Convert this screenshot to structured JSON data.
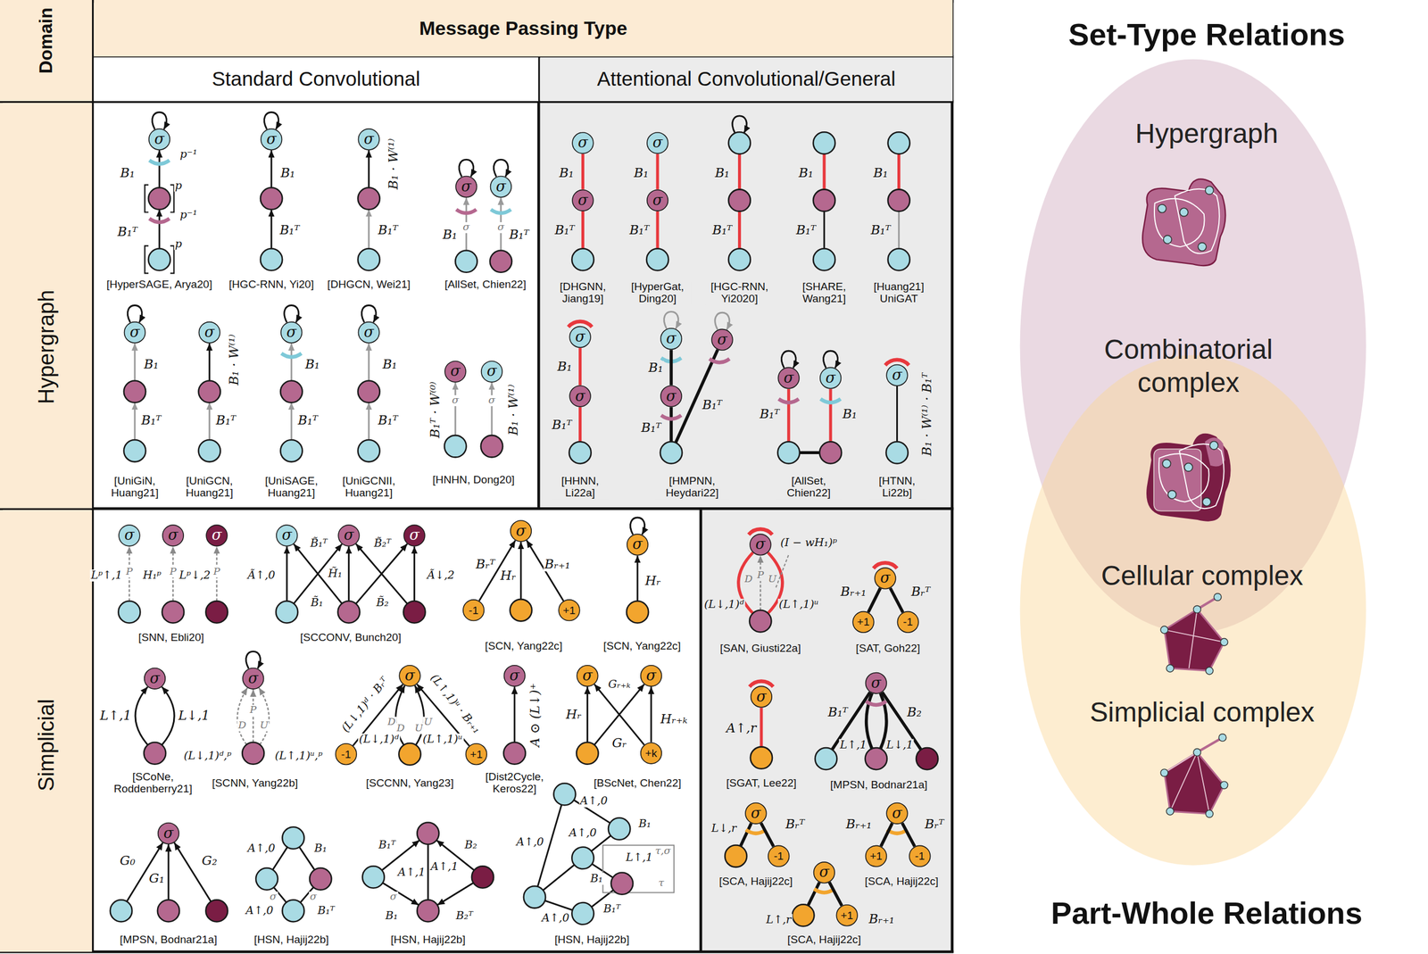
{
  "diagram": {
    "nodes": [
      {
        "text": [
          "Domain"
        ]
      },
      {
        "text": [
          "Message Passing Type"
        ]
      },
      {
        "text": [
          "Standard Convolutional"
        ]
      },
      {
        "text": [
          "Attentional Convolutional/General"
        ]
      },
      {
        "text": [
          "Hypergraph"
        ]
      },
      {
        "text": [
          "Simplicial"
        ]
      },
      {
        "text": [
          "σ"
        ]
      },
      {
        "text": [
          "σ"
        ]
      },
      {
        "text": [
          "σ"
        ]
      },
      {
        "text": [
          "σ"
        ]
      },
      {
        "text": [
          "σ"
        ]
      },
      {
        "text": [
          "σ"
        ]
      },
      {
        "text": [
          "σ"
        ]
      },
      {
        "text": [
          "σ"
        ]
      },
      {
        "text": [
          "σ"
        ]
      },
      {
        "text": [
          "σ"
        ]
      },
      {
        "text": [
          "σ"
        ]
      },
      {
        "text": [
          "σ"
        ]
      },
      {
        "text": [
          "σ"
        ]
      },
      {
        "text": [
          "σ"
        ]
      },
      {
        "text": [
          "σ"
        ]
      },
      {
        "text": [
          "σ"
        ]
      },
      {
        "text": [
          "σ"
        ]
      },
      {
        "text": [
          "σ"
        ]
      },
      {
        "text": [
          "σ"
        ]
      },
      {
        "text": [
          "σ"
        ]
      },
      {
        "text": [
          "σ"
        ]
      },
      {
        "text": [
          "σ"
        ]
      },
      {
        "text": [
          "σ"
        ]
      },
      {
        "text": [
          "σ"
        ]
      },
      {
        "text": [
          "σ"
        ]
      },
      {
        "text": [
          "σ"
        ]
      },
      {
        "text": [
          "σ"
        ]
      },
      {
        "text": [
          "σ"
        ]
      },
      {
        "text": [
          "σ"
        ]
      },
      {
        "text": [
          "σ"
        ]
      },
      {
        "text": [
          "-1"
        ]
      },
      {
        "text": [
          "+1"
        ]
      },
      {
        "text": [
          "σ"
        ]
      },
      {
        "text": [
          "σ"
        ]
      },
      {
        "text": [
          "σ"
        ]
      },
      {
        "text": [
          "+1"
        ]
      },
      {
        "text": [
          "-1"
        ]
      },
      {
        "text": [
          "σ"
        ]
      },
      {
        "text": [
          "σ"
        ]
      },
      {
        "text": [
          "σ"
        ]
      },
      {
        "text": [
          "-1"
        ]
      },
      {
        "text": [
          "+1"
        ]
      },
      {
        "text": [
          "σ"
        ]
      },
      {
        "text": [
          "σ"
        ]
      },
      {
        "text": [
          "σ"
        ]
      },
      {
        "text": [
          "+k"
        ]
      },
      {
        "text": [
          "σ"
        ]
      },
      {
        "text": [
          "σ"
        ]
      },
      {
        "text": [
          "σ"
        ]
      },
      {
        "text": [
          "-1"
        ]
      },
      {
        "text": [
          "σ"
        ]
      },
      {
        "text": [
          "+1"
        ]
      },
      {
        "text": [
          "-1"
        ]
      },
      {
        "text": [
          "σ"
        ]
      },
      {
        "text": [
          "+1"
        ]
      },
      {
        "text": [
          "σ"
        ]
      },
      {
        "text": [
          "Hypergraph",
          "Combinatorial complex"
        ]
      },
      {
        "text": [
          "Cellular complex",
          "Simplicial complex"
        ]
      }
    ],
    "edges": [
      {
        "from": 12,
        "to": 11,
        "label": "B₁",
        "arrow": "none"
      },
      {
        "from": 14,
        "to": 13,
        "label": "B₁",
        "arrow": "none"
      },
      {
        "from": 22,
        "to": 21,
        "label": "B₁",
        "arrow": "none"
      },
      {
        "from": 24,
        "to": 23,
        "label": "B₁",
        "arrow": "none"
      },
      {
        "from": 36,
        "to": 35,
        "label": "Bᵣᵀ",
        "arrow": "to"
      },
      {
        "from": 37,
        "to": 35,
        "label": "Bᵣ₊₁",
        "arrow": "to"
      },
      {
        "from": 41,
        "to": 40,
        "label": "Bᵣ₊₁",
        "arrow": "none"
      },
      {
        "from": 42,
        "to": 40,
        "label": "Bᵣᵀ",
        "arrow": "none"
      },
      {
        "from": 46,
        "to": 45,
        "label": "(L↓,1)ᵈ · Bᵣᵀ",
        "arrow": "to"
      },
      {
        "from": 47,
        "to": 45,
        "label": "(L↑,1)ᵘ · Bᵣ₊₁",
        "arrow": "to"
      },
      {
        "from": 51,
        "to": 50,
        "label": "Hᵣ₊ₖ",
        "arrow": "to"
      },
      {
        "from": 51,
        "to": 49,
        "label": "Gᵣ",
        "arrow": "to"
      },
      {
        "from": 55,
        "to": 54,
        "label": "Bᵣᵀ",
        "arrow": "none"
      },
      {
        "from": 57,
        "to": 56,
        "label": "Bᵣ₊₁",
        "arrow": "none"
      },
      {
        "from": 58,
        "to": 56,
        "label": "Bᵣᵀ",
        "arrow": "none"
      },
      {
        "from": 60,
        "to": 59,
        "label": "Bᵣ₊₁",
        "arrow": "none"
      }
    ],
    "labels": [
      "p⁻¹",
      "B₁",
      "p",
      "B₁ᵀ",
      "p⁻¹",
      "p",
      "[HyperSAGE, Arya20]",
      "B₁",
      "B₁ᵀ",
      "[HGC-RNN, Yi20]",
      "B₁ · W⁽¹⁾",
      "B₁ᵀ",
      "[DHGCN, Wei21]",
      "σ",
      "B₁",
      "σ",
      "B₁ᵀ",
      "[AllSet, Chien22]",
      "B₁",
      "B₁ᵀ",
      "[UniGiN, Huang21]",
      "B₁ · W⁽¹⁾",
      "B₁ᵀ",
      "[UniGCN, Huang21]",
      "B₁",
      "B₁ᵀ",
      "[UniSAGE, Huang21]",
      "B₁",
      "B₁ᵀ",
      "[UniGCNII, Huang21]",
      "B₁ᵀ · W⁽⁰⁾",
      "σ",
      "σ",
      "B₁ · W⁽¹⁾",
      "[HNHN, Dong20]",
      "B₁ᵀ",
      "[DHGNN, Jiang19]",
      "B₁ᵀ",
      "[HyperGat, Ding20]",
      "B₁",
      "B₁ᵀ",
      "[HGC-RNN, Yi2020]",
      "B₁",
      "B₁ᵀ",
      "[SHARE, Wang21]",
      "B₁",
      "B₁ᵀ",
      "[Huang21] UniGAT",
      "B₁ᵀ",
      "[HHNN, Li22a]",
      "B₁ᵀ",
      "B₁ᵀ",
      "[HMPNN, Heydari22]",
      "B₁ᵀ",
      "B₁",
      "[AllSet, Chien22]",
      "B₁ · W⁽¹⁾ · B₁ᵀ",
      "[HTNN, Li22b]",
      "Lᵖ↑,1",
      "P",
      "H₁ᵖ",
      "P",
      "Lᵖ↓,2",
      "P",
      "[SNN, Ebli20]",
      "Ã↑,0",
      "B̃₁ᵀ",
      "H̃₁",
      "B̃₂ᵀ",
      "Ã↓,2",
      "B̃₁",
      "B̃₂",
      "[SCCONV, Bunch20]",
      "Hᵣ",
      "[SCN, Yang22c]",
      "Hᵣ",
      "[SCN, Yang22c]",
      "(I − wH₁)ᵖ",
      "D",
      "P",
      "U",
      "(L↓,1)ᵈ",
      "(L↑,1)ᵘ",
      "[SAN, Giusti22a]",
      "[SAT, Goh22]",
      "L↑,1",
      "L↓,1",
      "[SCoNe, Roddenberry21]",
      "P",
      "D",
      "U",
      "(L↓,1)ᵈ,ᵖ",
      "(L↑,1)ᵘ,ᵖ",
      "[SCNN, Yang22b]",
      "D",
      "D",
      "U",
      "U",
      "(L↓,1)ᵈ",
      "(L↑,1)ᵘ",
      "[SCCNN, Yang23]",
      "A ⊙ (L↓)⁺",
      "[Dist2Cycle, Keros22]",
      "Hᵣ",
      "Gᵣ₊ₖ",
      "[BScNet, Chen22]",
      "A↑,r",
      "[SGAT, Lee22]",
      "B₁ᵀ",
      "B₂",
      "L↑,1",
      "L↓,1",
      "[MPSN, Bodnar21a]",
      "G₀",
      "G₁",
      "G₂",
      "[MPSN, Bodnar21a]",
      "A↑,0",
      "B₁",
      "σ",
      "σ",
      "A↑,0",
      "B₁ᵀ",
      "[HSN, Hajij22b]",
      "B₁ᵀ",
      "B₂",
      "A↑,1",
      "A↑,1",
      "σ",
      "B₁",
      "B₂ᵀ",
      "[HSN, Hajij22b]",
      "A↑,0",
      "A↑,0",
      "A↑,0",
      "B₁",
      "L↑,1",
      "τ,σ",
      "B₁",
      "τ",
      "A↑,0",
      "B₁ᵀ",
      "[HSN, Hajij22b]",
      "L↓,r",
      "[SCA, Hajij22c]",
      "[SCA, Hajij22c]",
      "L↑,r",
      "[SCA, Hajij22c]",
      "Set-Type Relations",
      "Part-Whole Relations"
    ]
  }
}
